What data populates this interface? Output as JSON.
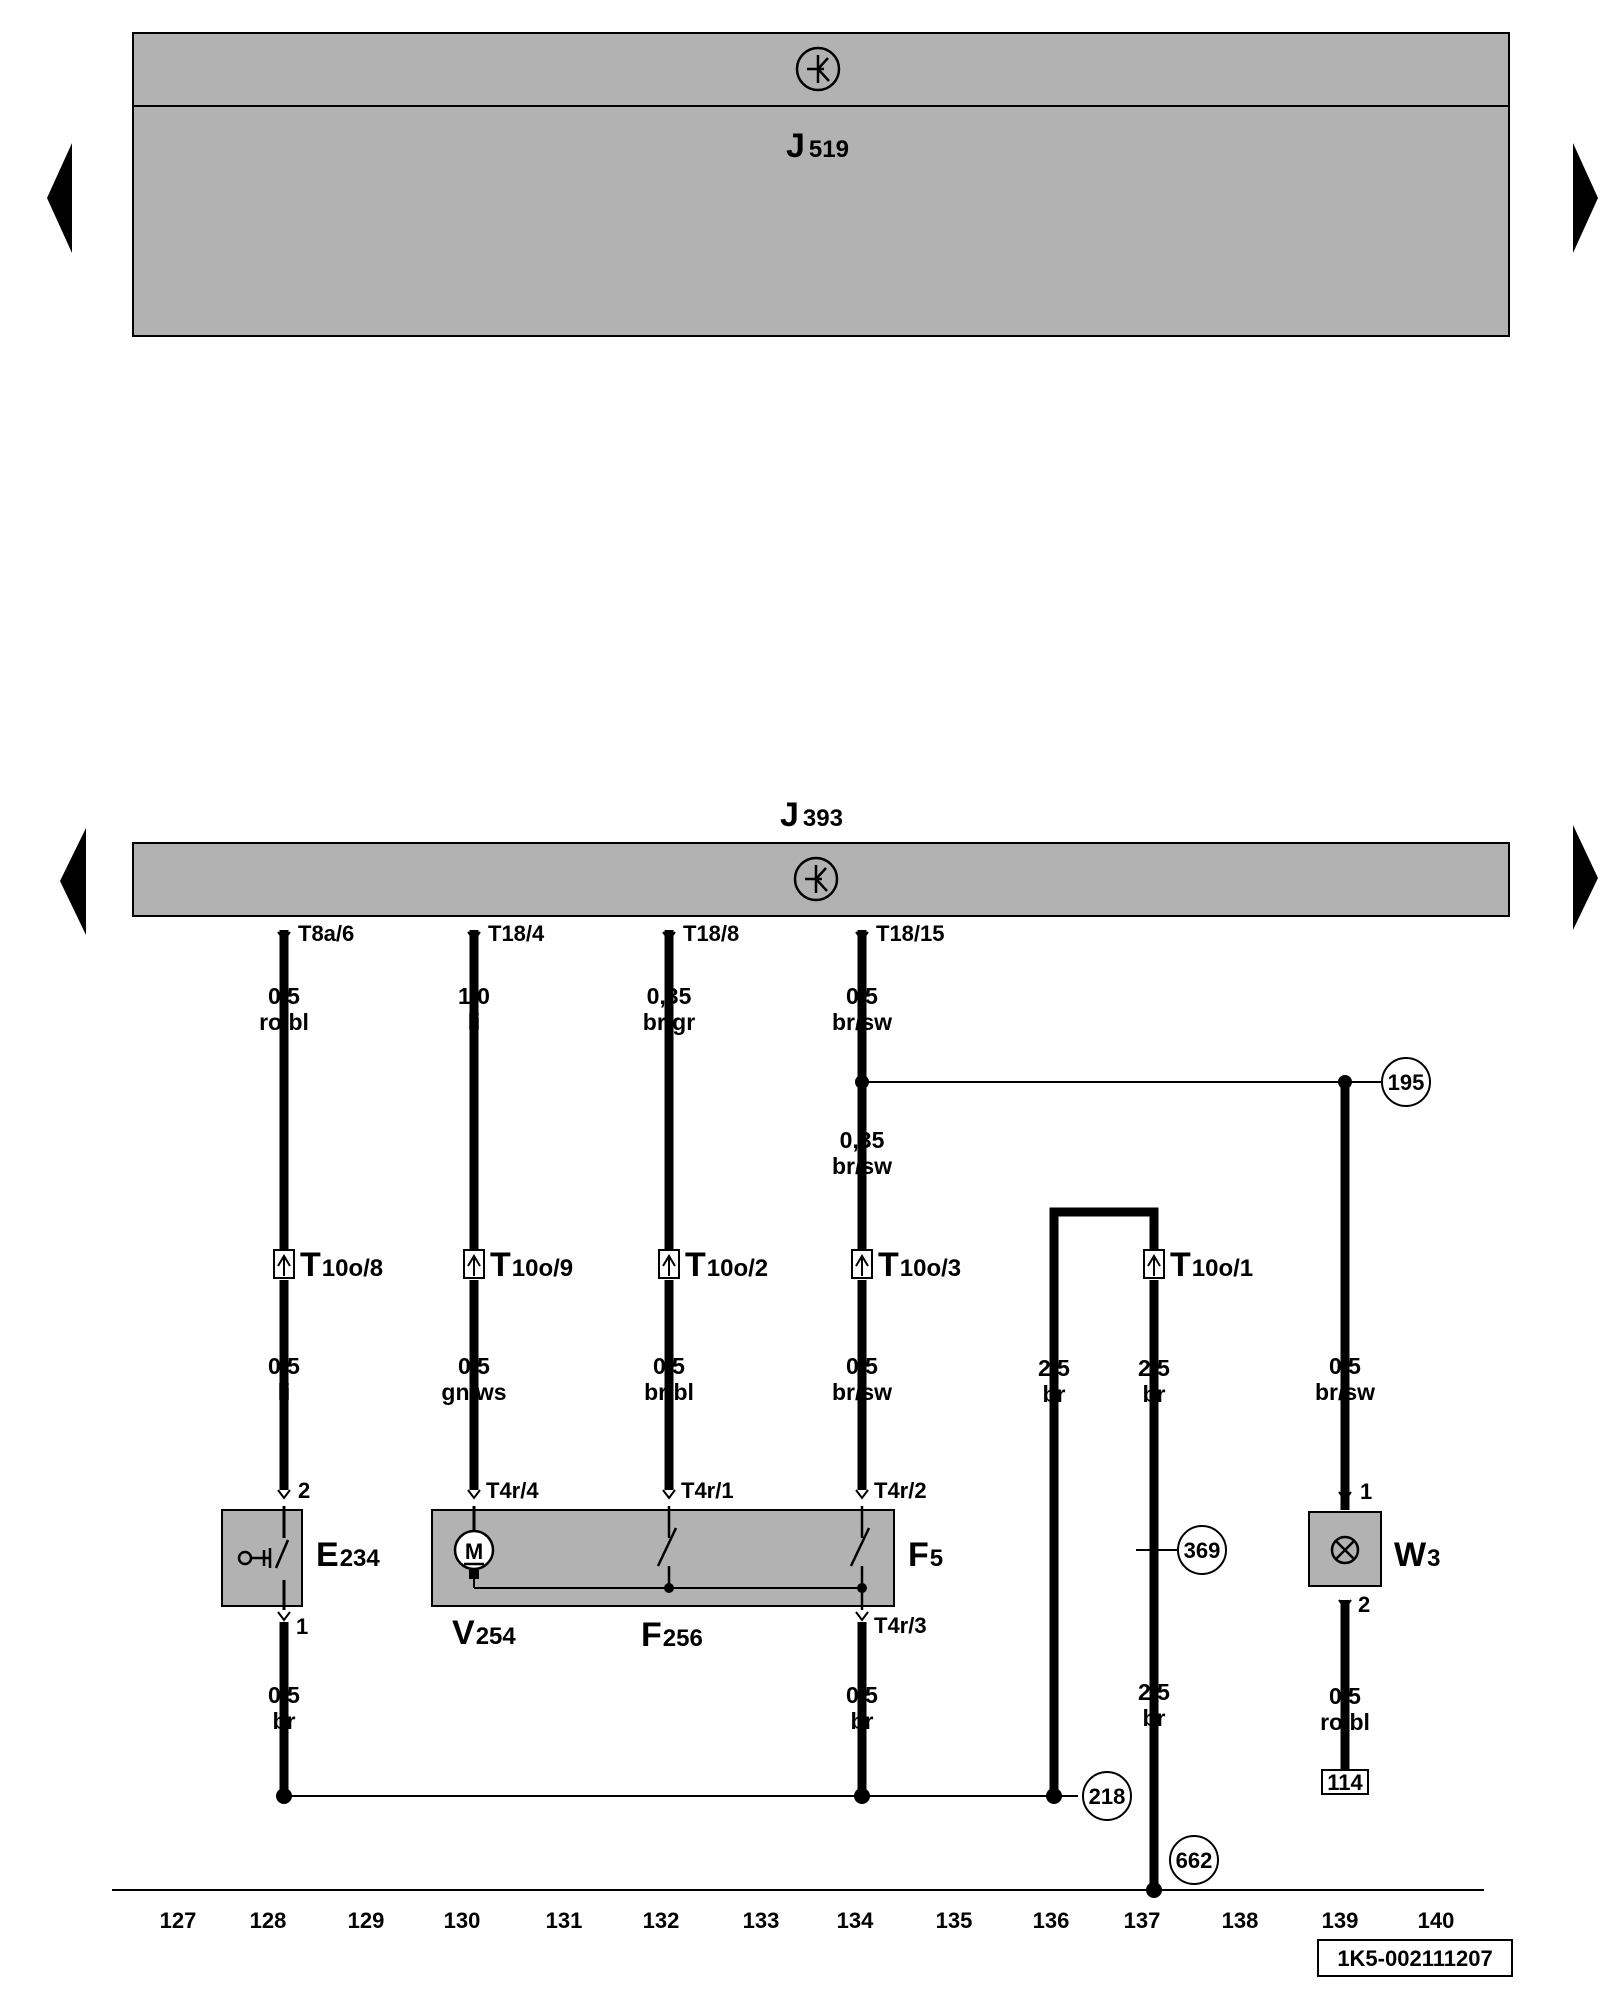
{
  "control_units": {
    "top": {
      "letter": "J",
      "number": "519",
      "symbol": "control-unit-symbol"
    },
    "bottom": {
      "letter": "J",
      "number": "393",
      "symbol": "control-unit-symbol"
    }
  },
  "pins": {
    "j393_1": "T8a/6",
    "j393_2": "T18/4",
    "j393_3": "T18/8",
    "j393_4": "T18/15",
    "e234_top": "2",
    "e234_bottom": "1",
    "v254_top": "T4r/4",
    "f256_top": "T4r/1",
    "f5_top": "T4r/2",
    "f5_bottom": "T4r/3",
    "w3_top": "1",
    "w3_bottom": "2"
  },
  "connectors": [
    {
      "letter": "T",
      "number": "10o/8"
    },
    {
      "letter": "T",
      "number": "10o/9"
    },
    {
      "letter": "T",
      "number": "10o/2"
    },
    {
      "letter": "T",
      "number": "10o/3"
    },
    {
      "letter": "T",
      "number": "10o/1"
    }
  ],
  "wires": {
    "w1_upper": {
      "size": "0,5",
      "color": "ro/bl"
    },
    "w2_upper": {
      "size": "1,0",
      "color": "li"
    },
    "w3_upper": {
      "size": "0,35",
      "color": "br/gr"
    },
    "w4_upper": {
      "size": "0,5",
      "color": "br/sw"
    },
    "w4_mid": {
      "size": "0,35",
      "color": "br/sw"
    },
    "w1_lower": {
      "size": "0,5",
      "color": "li"
    },
    "w2_lower": {
      "size": "0,5",
      "color": "gn/ws"
    },
    "w3_lower": {
      "size": "0,5",
      "color": "br/bl"
    },
    "w4_lower": {
      "size": "0,5",
      "color": "br/sw"
    },
    "w136": {
      "size": "2,5",
      "color": "br"
    },
    "w137_upper": {
      "size": "2,5",
      "color": "br"
    },
    "w137_lower": {
      "size": "2,5",
      "color": "br"
    },
    "w139_upper": {
      "size": "0,5",
      "color": "br/sw"
    },
    "w139_lower": {
      "size": "0,5",
      "color": "ro/bl"
    },
    "ground_128": {
      "size": "0,5",
      "color": "br"
    },
    "ground_134": {
      "size": "0,5",
      "color": "br"
    }
  },
  "components": {
    "e234": {
      "letter": "E",
      "number": "234",
      "icon": "key-switch-icon"
    },
    "v254": {
      "letter": "V",
      "number": "254",
      "icon": "motor-icon",
      "icon_text": "M"
    },
    "f256": {
      "letter": "F",
      "number": "256",
      "icon": "switch-contact-icon"
    },
    "f5": {
      "letter": "F",
      "number": "5",
      "icon": "switch-contact-icon"
    },
    "w3": {
      "letter": "W",
      "number": "3",
      "icon": "lamp-icon"
    }
  },
  "references": {
    "r195": "195",
    "r369": "369",
    "r218": "218",
    "r662": "662",
    "r114": "114"
  },
  "nav": {
    "left_arrow_icon": "left-arrow-icon",
    "right_arrow_icon": "right-arrow-icon"
  },
  "current_track_numbers": [
    "127",
    "128",
    "129",
    "130",
    "131",
    "132",
    "133",
    "134",
    "135",
    "136",
    "137",
    "138",
    "139",
    "140"
  ],
  "document_number": "1K5-002111207"
}
